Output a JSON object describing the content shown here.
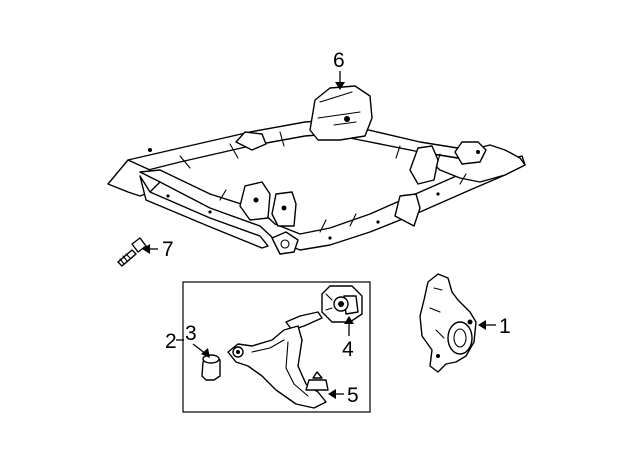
{
  "callouts": {
    "c1": "1",
    "c2": "2",
    "c3": "3",
    "c4": "4",
    "c5": "5",
    "c6": "6",
    "c7": "7"
  },
  "parts": [
    {
      "callout": "1",
      "icon": "steering-knuckle-icon"
    },
    {
      "callout": "2",
      "icon": "lower-control-arm-assembly-icon"
    },
    {
      "callout": "3",
      "icon": "front-bushing-icon"
    },
    {
      "callout": "4",
      "icon": "rear-bushing-icon"
    },
    {
      "callout": "5",
      "icon": "ball-joint-icon"
    },
    {
      "callout": "6",
      "icon": "engine-cradle-icon"
    },
    {
      "callout": "7",
      "icon": "bolt-icon"
    }
  ]
}
